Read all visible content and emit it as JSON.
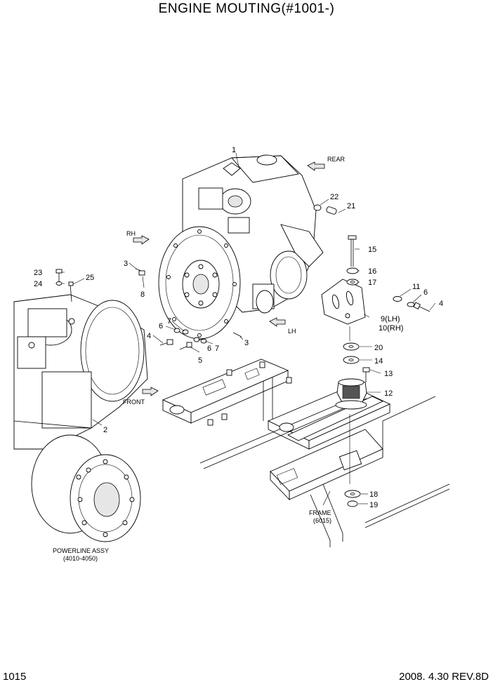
{
  "title": "ENGINE MOUTING(#1001-)",
  "page_number": "1015",
  "revision": "2008. 4.30  REV.8D",
  "direction_labels": {
    "rear": "REAR",
    "rh": "RH",
    "lh": "LH",
    "front": "FRONT"
  },
  "reference_labels": {
    "frame": "FRAME",
    "frame_code": "(6015)",
    "powerline": "POWERLINE ASSY",
    "powerline_code": "(4010-4050)"
  },
  "callouts": {
    "c1": "1",
    "c2": "2",
    "c3a": "3",
    "c3b": "3",
    "c4a": "4",
    "c4b": "4",
    "c5": "5",
    "c6a": "6",
    "c6b": "6",
    "c6c": "6",
    "c7a": "7",
    "c7b": "7",
    "c8": "8",
    "c9_10a": "9(LH)",
    "c9_10b": "10(RH)",
    "c11": "11",
    "c12": "12",
    "c13": "13",
    "c14": "14",
    "c15": "15",
    "c16": "16",
    "c17": "17",
    "c18": "18",
    "c19": "19",
    "c20": "20",
    "c21": "21",
    "c22": "22",
    "c23": "23",
    "c24": "24",
    "c25": "25"
  }
}
